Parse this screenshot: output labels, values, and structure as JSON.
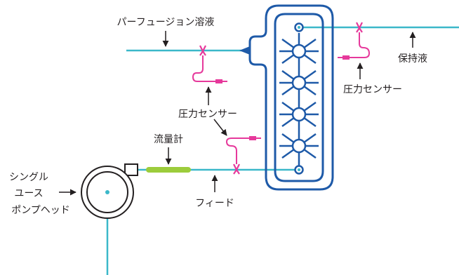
{
  "labels": {
    "perfusion": "パーフュージョン溶液",
    "retentate": "保持液",
    "pressure_sensor_right": "圧力センサー",
    "pressure_sensor_left": "圧力センサー",
    "flow_meter": "流量計",
    "feed": "フィード",
    "pump_line1": "シングル",
    "pump_line2": "ユース",
    "pump_line3": "ポンプヘッド"
  },
  "colors": {
    "tube": "#3bb8c9",
    "sensor": "#e6399b",
    "device": "#1e5aa8",
    "flow_meter": "#9ccc3c",
    "arrow": "#231f20"
  }
}
